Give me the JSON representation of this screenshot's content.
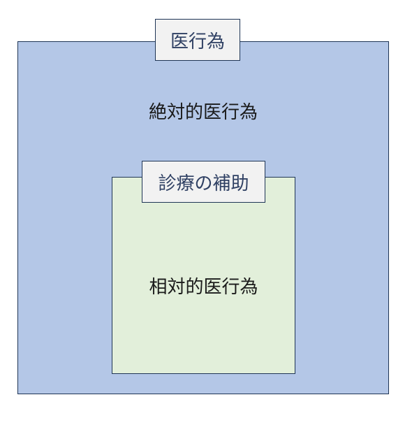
{
  "outer": {
    "tab_label": "医行為",
    "label": "絶対的医行為",
    "fill_color": "#b4c7e7"
  },
  "inner": {
    "tab_label": "診療の補助",
    "label": "相対的医行為",
    "fill_color": "#e2efda"
  },
  "colors": {
    "border": "#1f3556",
    "tab_fill": "#f2f2f2",
    "tab_text": "#2f4063"
  }
}
